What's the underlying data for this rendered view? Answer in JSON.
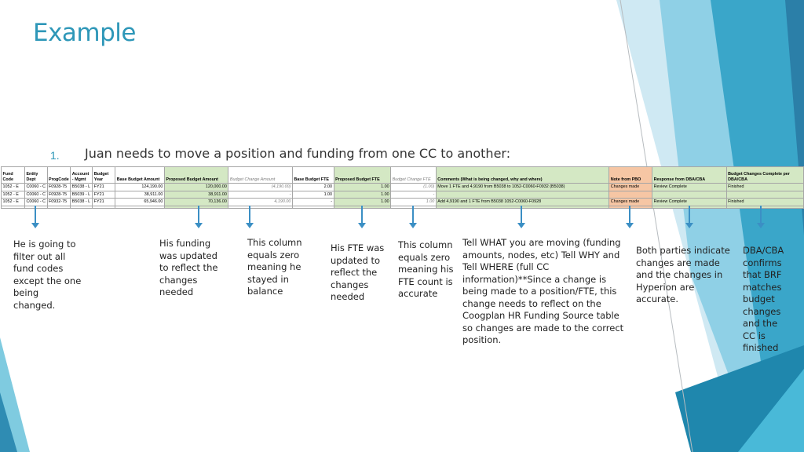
{
  "slide": {
    "title": "Example",
    "bullet_number": "1.",
    "bullet_text": "Juan needs to move a position and funding from one CC to another:"
  },
  "sheet": {
    "headers": [
      "Fund Code",
      "Entity Dept",
      "ProgCode",
      "Account - Mgmt",
      "Budget Year",
      "Base Budget Amount",
      "Proposed Budget Amount",
      "Budget Change Amount",
      "Base Budget FTE",
      "Proposed Budget FTE",
      "Budget Change FTE",
      "Comments (What is being changed, why and where)",
      "Note from PBO",
      "Response from DBA/CBA",
      "Budget Changes Complete per DBA/CBA"
    ],
    "rows": [
      [
        "1052 - E",
        "C0060 - C",
        "F0928-75",
        "B5038 - L",
        "FY21",
        "124,190.00",
        "120,000.00",
        "(4,190.00)",
        "2.00",
        "1.00",
        "(1.00)",
        "Move 1 FTE  and 4,9190 from B5038 to 1052-C0060-F0932 (B5038)",
        "Changes made",
        "Review Complete",
        "Finished"
      ],
      [
        "1052 - E",
        "C0060 - C",
        "F0928-75",
        "B5039 - L",
        "FY21",
        "38,911.00",
        "38,911.00",
        "-",
        "1.00",
        "1.00",
        "-",
        "",
        "",
        "",
        ""
      ],
      [
        "1052 - E",
        "C0060 - C",
        "F0932-75",
        "B5038 - L",
        "FY21",
        "65,946.00",
        "70,136.00",
        "4,190.00",
        "-",
        "1.00",
        "1.00",
        "Add 4,9190 and 1 FTE  from B5038 1052-C0060-F0928",
        "Changes made",
        "Review Complete",
        "Finished"
      ]
    ]
  },
  "annotations": {
    "filter": "He is going to filter out all fund codes except the one being changed.",
    "funding": "His funding was updated to reflect the changes needed",
    "zero": "This column equals zero meaning he stayed in balance",
    "fte_updated": "His FTE was updated to reflect the changes needed",
    "fte_zero": "This column equals zero meaning his FTE count is accurate",
    "tell_what": "Tell WHAT you are moving (funding amounts, nodes, etc) Tell WHY and Tell WHERE (full CC information)**Since a change is being made to a position/FTE, this change needs to reflect on the Coogplan HR Funding Source table so changes are made to the correct position.",
    "both_parties": "Both parties indicate changes are made and the changes in Hyperion are accurate.",
    "dba_cba": "DBA/CBA confirms that BRF matches budget changes and the CC is finished"
  },
  "colors": {
    "title": "#2e97b8",
    "arrow": "#3b8fc4",
    "green_header": "#d4e8c4",
    "orange_header": "#f6c6a4"
  }
}
